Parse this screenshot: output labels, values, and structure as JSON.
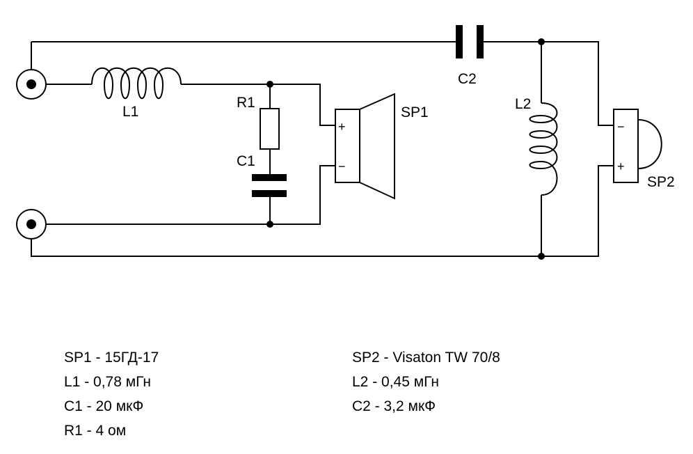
{
  "labels": {
    "L1": "L1",
    "R1": "R1",
    "C1": "C1",
    "C2": "C2",
    "L2": "L2",
    "SP1": "SP1",
    "SP2": "SP2",
    "plus": "+",
    "minus": "−"
  },
  "legend": {
    "left": [
      "SP1 - 15ГД-17",
      "L1 - 0,78 мГн",
      "C1 - 20 мкФ",
      "R1 - 4 ом"
    ],
    "right": [
      "SP2 - Visaton TW 70/8",
      "L2 - 0,45 мГн",
      "C2 - 3,2 мкФ"
    ]
  }
}
